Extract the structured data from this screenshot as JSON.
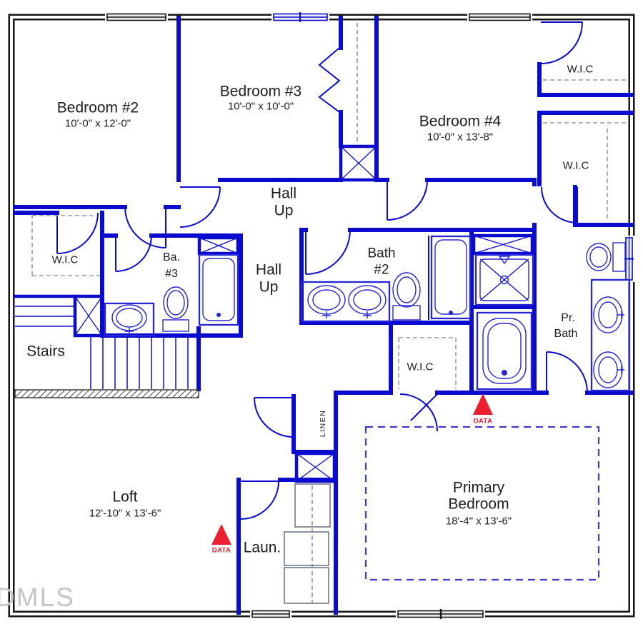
{
  "watermark": "DMLS",
  "rooms": {
    "bedroom2": {
      "name": "Bedroom #2",
      "dims": "10'-0\" x 12'-0\""
    },
    "bedroom3": {
      "name": "Bedroom #3",
      "dims": "10'-0\" x 10'-0\""
    },
    "bedroom4": {
      "name": "Bedroom #4",
      "dims": "10'-0\" x 13'-8\""
    },
    "loft": {
      "name": "Loft",
      "dims": "12'-10\" x 13'-6\""
    },
    "primary": {
      "name_line1": "Primary",
      "name_line2": "Bedroom",
      "dims": "18'-4\" x 13'-6\""
    }
  },
  "labels": {
    "hall_upper": {
      "line1": "Hall",
      "line2": "Up"
    },
    "hall_lower": {
      "line1": "Hall",
      "line2": "Up"
    },
    "bath2": {
      "line1": "Bath",
      "line2": "#2"
    },
    "bath3": {
      "line1": "Ba.",
      "line2": "#3"
    },
    "primary_bath": {
      "line1": "Pr.",
      "line2": "Bath"
    },
    "wic_bedroom2": "W.I.C",
    "wic_top_right": "W.I.C",
    "wic_right": "W.I.C",
    "wic_primary": "W.I.C",
    "stairs": "Stairs",
    "laundry": "Laun.",
    "linen": "LINEN"
  },
  "markers": {
    "data1": "DATA",
    "data2": "DATA"
  },
  "colors": {
    "wall_exterior": "#161616",
    "wall_interior": "#0b0bd0",
    "fixture": "#2626d6",
    "marker_red": "#ea2030",
    "shelf_dash": "#9a9a9a",
    "ceiling_dash": "#3b3bd0",
    "appliance_gray": "#7d8699",
    "text": "#1d1d1d",
    "watermark": "#c6c6c6"
  }
}
